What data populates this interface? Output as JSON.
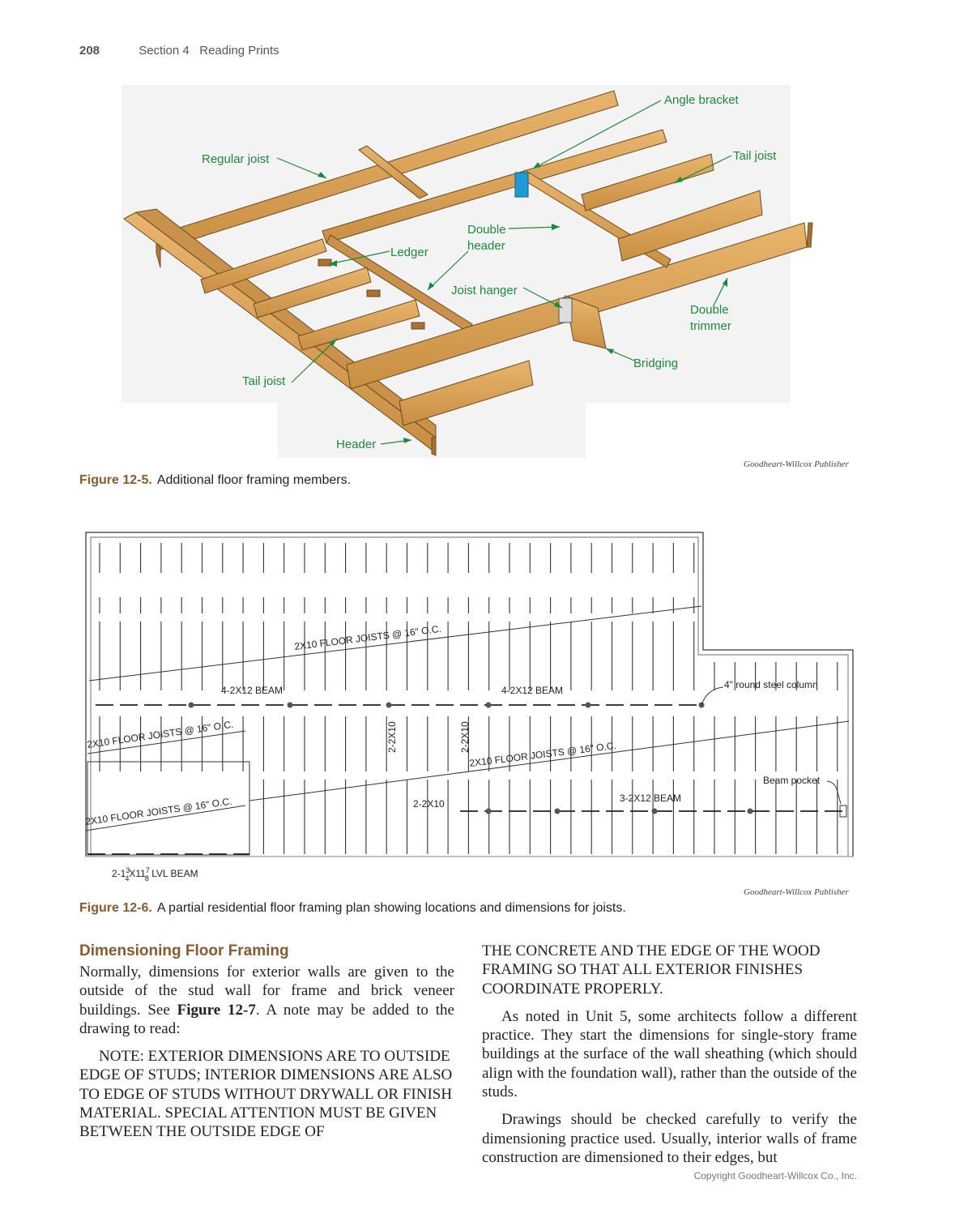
{
  "header": {
    "page_number": "208",
    "section": "Section 4   Reading Prints"
  },
  "figure1": {
    "labels": {
      "angle_bracket": "Angle bracket",
      "tail_joist_top": "Tail joist",
      "regular_joist": "Regular joist",
      "double_header_1": "Double",
      "double_header_2": "header",
      "ledger": "Ledger",
      "joist_hanger": "Joist hanger",
      "double_trimmer_1": "Double",
      "double_trimmer_2": "trimmer",
      "bridging": "Bridging",
      "tail_joist_bottom": "Tail joist",
      "header": "Header"
    },
    "credit": "Goodheart-Willcox Publisher",
    "caption_label": "Figure 12-5.",
    "caption_text": "Additional floor framing members."
  },
  "figure2": {
    "labels": {
      "joists_top": "2X10 FLOOR JOISTS  @  16\" O.C.",
      "beam_left": "4-2X12 BEAM",
      "beam_right": "4-2X12 BEAM",
      "column": "4\" round steel column",
      "joists_left_mid": "2X10 FLOOR JOISTS  @  16\" O.C.",
      "vert_a": "2-2X10",
      "vert_b": "2-2X10",
      "joists_center": "2X10 FLOOR JOISTS  @  16\" O.C.",
      "beam_pocket": "Beam pocket",
      "beam_3": "3-2X12 BEAM",
      "double_2x10": "2-2X10",
      "joists_left_low": "2X10 FLOOR JOISTS  @  16\" O.C.",
      "lvl_a": "2-1",
      "lvl_frac1_num": "3",
      "lvl_frac1_den": "4",
      "lvl_b": "X11",
      "lvl_frac2_num": "7",
      "lvl_frac2_den": "8",
      "lvl_c": " LVL BEAM"
    },
    "credit": "Goodheart-Willcox Publisher",
    "caption_label": "Figure 12-6.",
    "caption_text": "A partial residential floor framing plan showing locations and dimensions for joists."
  },
  "body": {
    "heading": "Dimensioning Floor Framing",
    "p1_a": "Normally, dimensions for exterior walls are given to the outside of the stud wall for frame and brick veneer buildings. See ",
    "p1_ref": "Figure 12-7",
    "p1_b": ". A note may be added to the drawing to read:",
    "note_left": "NOTE: EXTERIOR DIMENSIONS ARE TO OUTSIDE EDGE OF STUDS; INTERIOR DIMENSIONS ARE ALSO TO EDGE OF STUDS WITHOUT DRYWALL OR FINISH MATERIAL. SPECIAL ATTENTION MUST BE GIVEN BETWEEN THE OUTSIDE EDGE OF",
    "note_right": "THE CONCRETE AND THE EDGE OF THE WOOD FRAMING SO THAT ALL EXTERIOR FINISHES COORDINATE PROPERLY.",
    "p2": "As noted in Unit 5, some architects follow a different practice. They start the dimensions for single-story frame buildings at the surface of the wall sheathing (which should align with the foundation wall), rather than the outside of the studs.",
    "p3": "Drawings should be checked carefully to verify the dimensioning practice used. Usually, interior walls of frame construction are dimensioned to their edges, but"
  },
  "footer": {
    "copyright": "Copyright Goodheart-Willcox Co., Inc."
  },
  "colors": {
    "label_green": "#1a8a3c",
    "caption_brown": "#8b5a2b",
    "lumber": "#d9a35b",
    "lumber_dark": "#a8732e",
    "bracket_blue": "#1e9ad6"
  }
}
